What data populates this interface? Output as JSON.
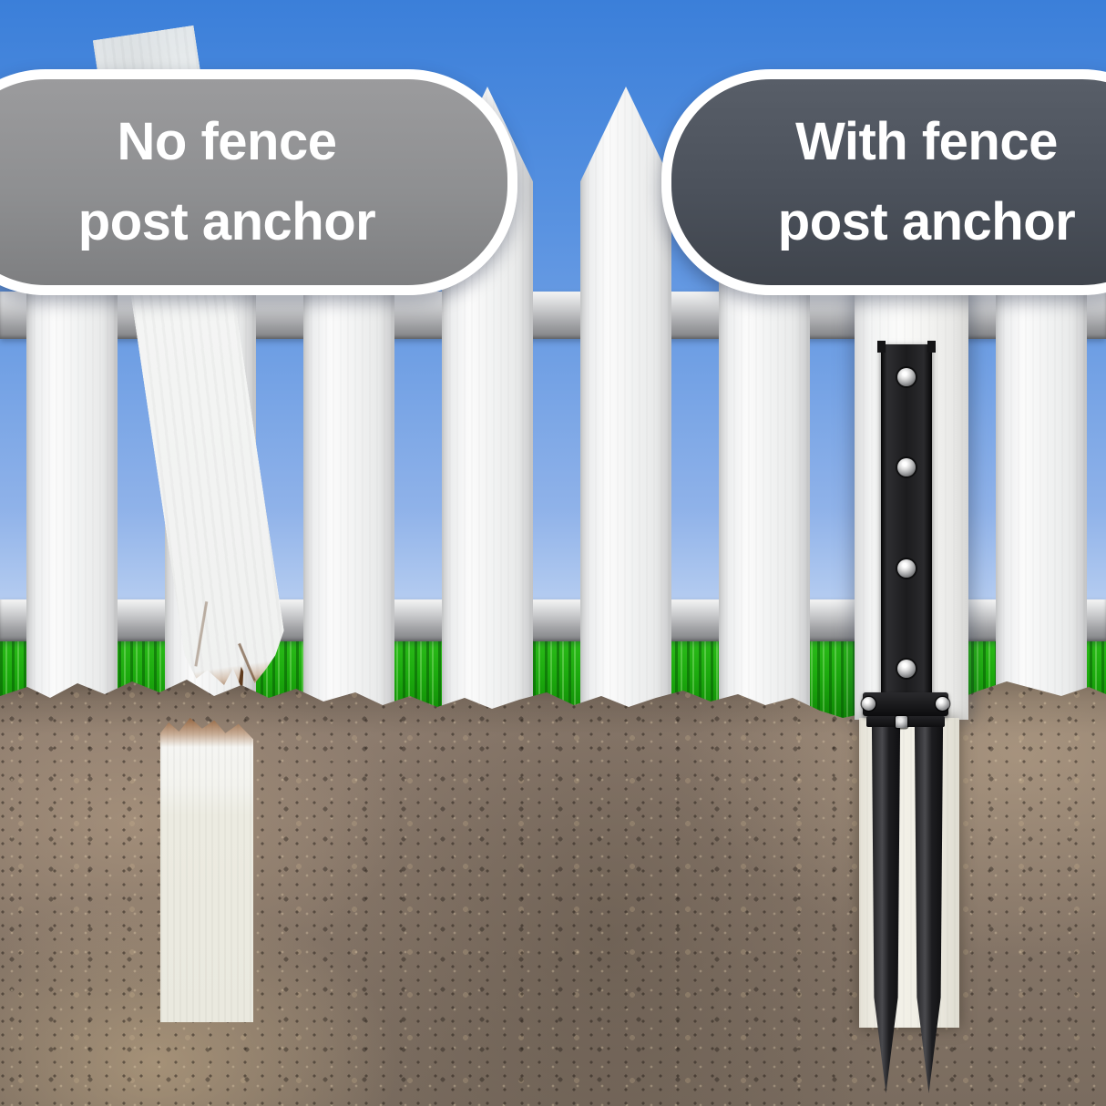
{
  "labels": {
    "left": {
      "line1": "No fence",
      "line2": "post anchor"
    },
    "right": {
      "line1": "With fence",
      "line2": "post anchor"
    }
  },
  "colors": {
    "left_pill": "#8f9092",
    "right_pill": "#4d535d",
    "pill_border": "#ffffff",
    "label_text": "#ffffff",
    "sky_top": "#3b7fd9",
    "sky_horizon": "#dbe7f8",
    "grass_green": "#1fae12",
    "picket_white": "#f2f3f3",
    "rail_gray": "#a7a8ab",
    "anchor_black": "#1c1c1e",
    "bolt_silver": "#d8d8d8",
    "soil_brown": "#8a7a6c",
    "broken_wood_brown": "#9c6b45"
  }
}
